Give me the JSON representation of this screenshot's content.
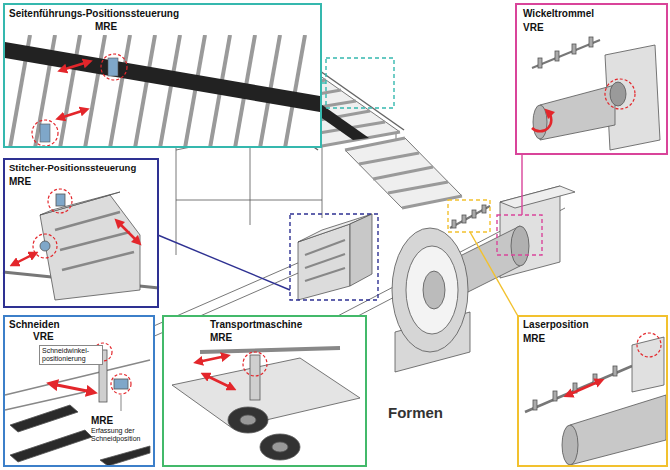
{
  "diagram": {
    "nodes": [
      {
        "text": [
          "Seitenführungs-Positionssteuerung",
          "MRE"
        ]
      },
      {
        "text": [
          "Wickeltrommel",
          "VRE"
        ]
      },
      {
        "text": [
          "Stitcher-Positionssteuerung",
          "MRE"
        ]
      },
      {
        "text": [
          "Schneiden",
          "VRE",
          "Schneidwinkel-positionierung",
          "MRE",
          "Erfassung der Schneidposition"
        ]
      },
      {
        "text": [
          "Transportmaschine",
          "MRE"
        ]
      },
      {
        "text": [
          "Laserposition",
          "MRE"
        ]
      }
    ],
    "labels": [
      "Formen"
    ]
  }
}
